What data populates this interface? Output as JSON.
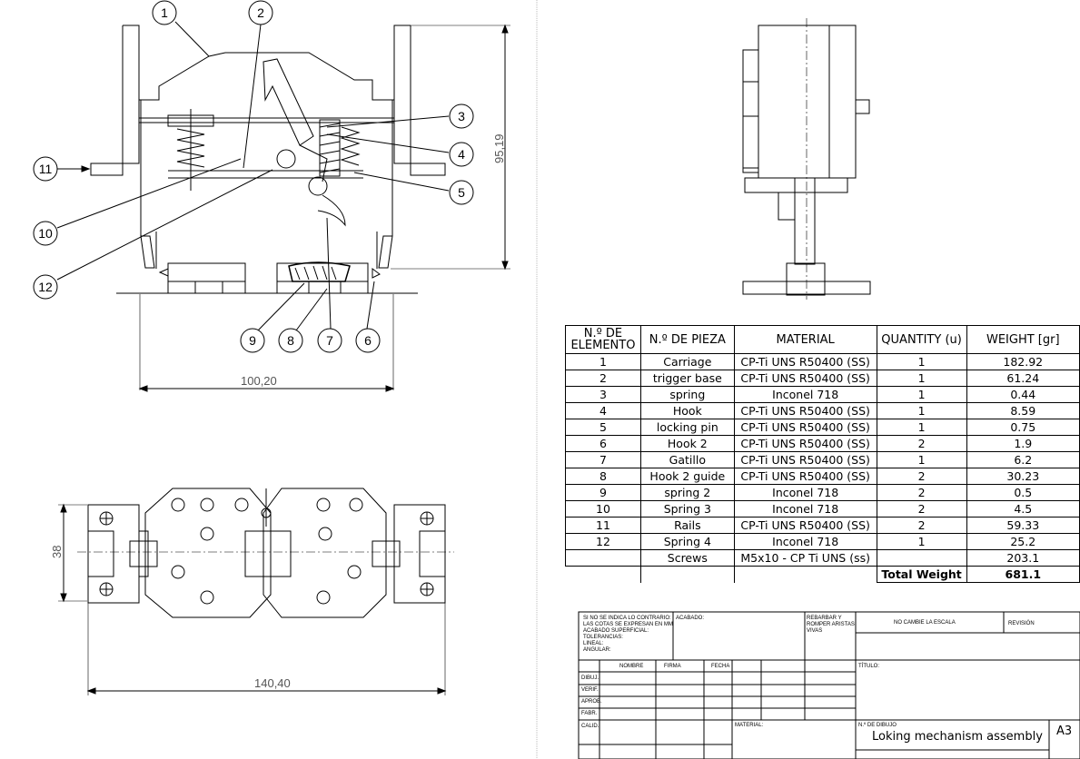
{
  "balloons": [
    "1",
    "2",
    "3",
    "4",
    "5",
    "6",
    "7",
    "8",
    "9",
    "10",
    "11",
    "12"
  ],
  "dimensions": {
    "front_width": "100,20",
    "front_height": "95,19",
    "top_width": "140,40",
    "top_height": "38"
  },
  "bom": {
    "headers": [
      "N.º DE\nELEMENTO",
      "N.º DE PIEZA",
      "MATERIAL",
      "QUANTITY (u)",
      "WEIGHT [gr]"
    ],
    "rows": [
      [
        "1",
        "Carriage",
        "CP-Ti UNS R50400 (SS)",
        "1",
        "182.92"
      ],
      [
        "2",
        "trigger base",
        "CP-Ti UNS R50400 (SS)",
        "1",
        "61.24"
      ],
      [
        "3",
        "spring",
        "Inconel 718",
        "1",
        "0.44"
      ],
      [
        "4",
        "Hook",
        "CP-Ti UNS R50400 (SS)",
        "1",
        "8.59"
      ],
      [
        "5",
        "locking pin",
        "CP-Ti UNS R50400 (SS)",
        "1",
        "0.75"
      ],
      [
        "6",
        "Hook 2",
        "CP-Ti UNS R50400 (SS)",
        "2",
        "1.9"
      ],
      [
        "7",
        "Gatillo",
        "CP-Ti UNS R50400 (SS)",
        "1",
        "6.2"
      ],
      [
        "8",
        "Hook 2 guide",
        "CP-Ti UNS R50400 (SS)",
        "2",
        "30.23"
      ],
      [
        "9",
        "spring 2",
        "Inconel 718",
        "2",
        "0.5"
      ],
      [
        "10",
        "Spring 3",
        "Inconel 718",
        "2",
        "4.5"
      ],
      [
        "11",
        "Rails",
        "CP-Ti UNS R50400 (SS)",
        "2",
        "59.33"
      ],
      [
        "12",
        "Spring 4",
        "Inconel 718",
        "1",
        "25.2"
      ],
      [
        "",
        "Screws",
        "M5x10 - CP Ti UNS (ss)",
        "",
        "203.1"
      ]
    ],
    "total_label": "Total Weight",
    "total_value": "681.1"
  },
  "title_block": {
    "notes": "SI NO SE INDICA LO CONTRARIO:\nLAS COTAS SE EXPRESAN EN MM\nACABADO SUPERFICIAL:\nTOLERANCIAS:\n   LINEAL:\n   ANGULAR:",
    "acabado": "ACABADO:",
    "rebarbar": "REBARBAR Y\nROMPER ARISTAS\nVIVAS",
    "no_cambie": "NO CAMBIE LA ESCALA",
    "revision": "REVISIÓN",
    "nombre": "NOMBRE",
    "firma": "FIRMA",
    "fecha": "FECHA",
    "titulo": "TÍTULO:",
    "roles": [
      "DIBUJ.",
      "VERIF.",
      "APROB.",
      "FABR.",
      "CALID."
    ],
    "material": "MATERIAL:",
    "n_dibujo": "N.º DE DIBUJO",
    "drawing_title": "Loking mechanism assembly",
    "size": "A3"
  }
}
